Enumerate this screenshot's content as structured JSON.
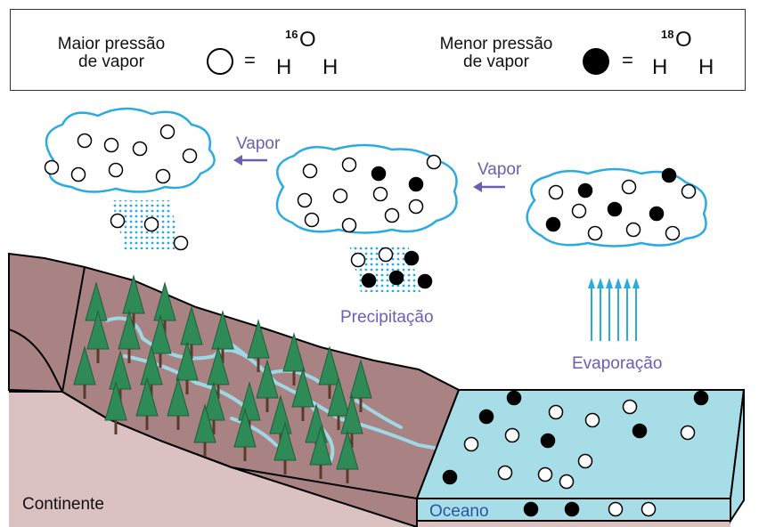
{
  "legend": {
    "left_label_line1": "Maior pressão",
    "left_label_line2": "de vapor",
    "right_label_line1": "Menor pressão",
    "right_label_line2": "de vapor",
    "equals": "=",
    "light_isotope": "16",
    "heavy_isotope": "18",
    "oxygen": "O",
    "hydrogen": "H",
    "light_symbol_color": "#ffffff",
    "heavy_symbol_color": "#000000"
  },
  "labels": {
    "vapor_left": "Vapor",
    "vapor_right": "Vapor",
    "precipitation": "Precipitação",
    "evaporation": "Evaporação",
    "continent": "Continente",
    "ocean": "Oceano"
  },
  "colors": {
    "label_purple": "#6a5fb0",
    "cloud_outline": "#29abe2",
    "rain_dots": "#29abe2",
    "evaporation_arrows": "#29abe2",
    "ocean_fill": "#a7dde6",
    "hill_fill": "#a98383",
    "ground_fill": "#dbc1c1",
    "tree_fill": "#2e8b57",
    "river": "#9fd8e5"
  },
  "icons": {
    "molecule_light": "open-circle",
    "molecule_heavy": "filled-circle",
    "arrow": "left-arrow",
    "tree": "conifer-tree"
  }
}
